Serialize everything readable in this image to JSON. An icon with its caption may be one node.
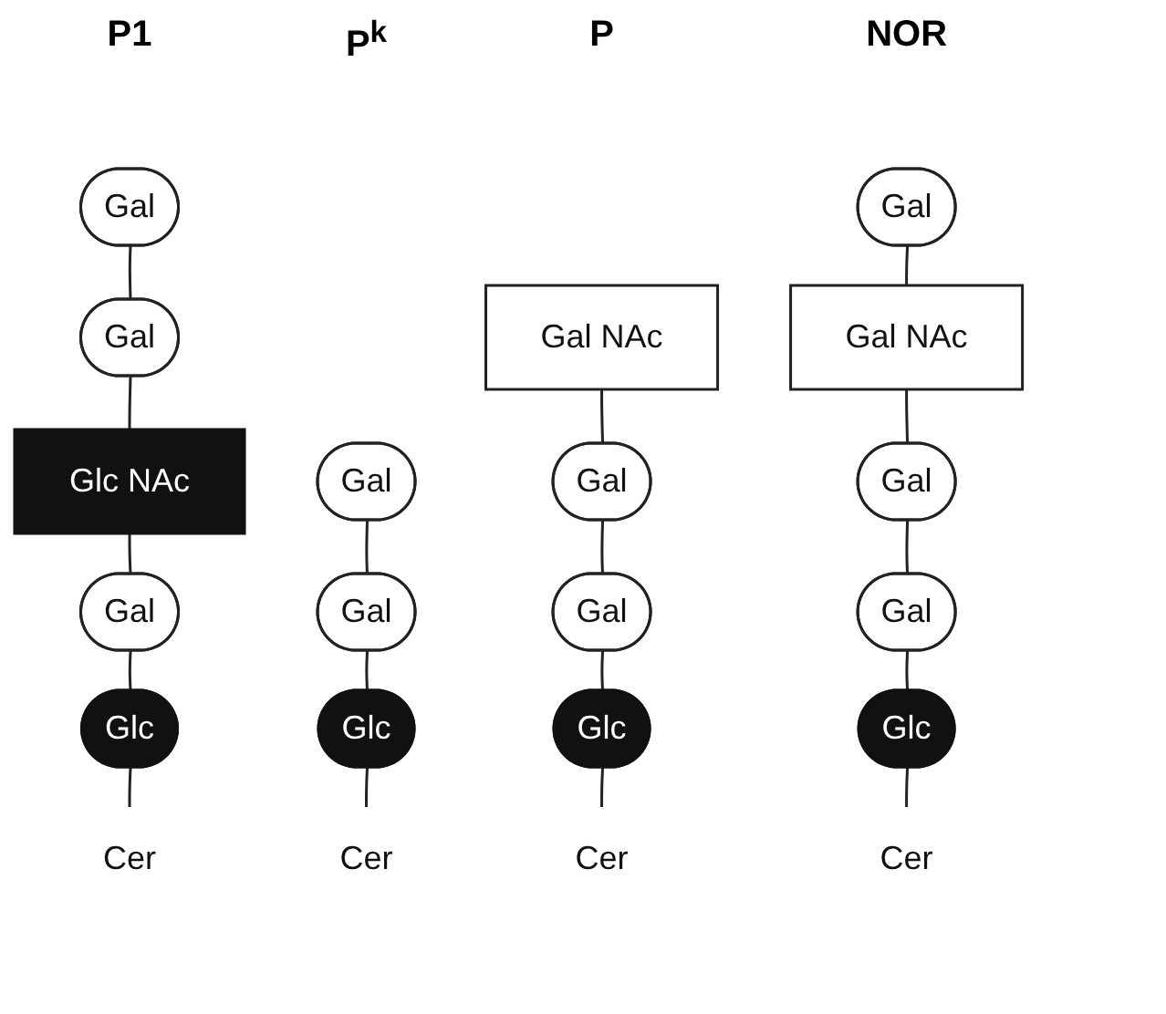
{
  "diagram": {
    "nodes": [
      {
        "text": [
          "Gal"
        ]
      },
      {
        "text": [
          "Gal"
        ]
      },
      {
        "text": [
          "Glc NAc"
        ]
      },
      {
        "text": [
          "Gal"
        ]
      },
      {
        "text": [
          "Glc"
        ]
      },
      {
        "text": [
          "Cer"
        ]
      },
      {
        "text": [
          "Gal"
        ]
      },
      {
        "text": [
          "Gal"
        ]
      },
      {
        "text": [
          "Glc"
        ]
      },
      {
        "text": [
          "Cer"
        ]
      },
      {
        "text": [
          "Gal NAc"
        ]
      },
      {
        "text": [
          "Gal"
        ]
      },
      {
        "text": [
          "Gal"
        ]
      },
      {
        "text": [
          "Glc"
        ]
      },
      {
        "text": [
          "Cer"
        ]
      },
      {
        "text": [
          "Gal"
        ]
      },
      {
        "text": [
          "Gal NAc"
        ]
      },
      {
        "text": [
          "Gal"
        ]
      },
      {
        "text": [
          "Gal"
        ]
      },
      {
        "text": [
          "Glc"
        ]
      },
      {
        "text": [
          "Cer"
        ]
      }
    ],
    "edges": [
      {
        "from": 5,
        "to": 4,
        "arrow": "none"
      },
      {
        "from": 4,
        "to": 3,
        "arrow": "none"
      },
      {
        "from": 3,
        "to": 2,
        "arrow": "none"
      },
      {
        "from": 2,
        "to": 1,
        "arrow": "none"
      },
      {
        "from": 1,
        "to": 0,
        "arrow": "none"
      },
      {
        "from": 9,
        "to": 8,
        "arrow": "none"
      },
      {
        "from": 8,
        "to": 7,
        "arrow": "none"
      },
      {
        "from": 7,
        "to": 6,
        "arrow": "none"
      },
      {
        "from": 14,
        "to": 13,
        "arrow": "none"
      },
      {
        "from": 13,
        "to": 12,
        "arrow": "none"
      },
      {
        "from": 12,
        "to": 11,
        "arrow": "none"
      },
      {
        "from": 11,
        "to": 10,
        "arrow": "none"
      },
      {
        "from": 20,
        "to": 19,
        "arrow": "none"
      },
      {
        "from": 19,
        "to": 18,
        "arrow": "none"
      },
      {
        "from": 18,
        "to": 17,
        "arrow": "none"
      },
      {
        "from": 17,
        "to": 16,
        "arrow": "none"
      },
      {
        "from": 16,
        "to": 15,
        "arrow": "none"
      }
    ],
    "labels": [
      "P1",
      "P$^{k}$",
      "P",
      "NOR"
    ]
  }
}
